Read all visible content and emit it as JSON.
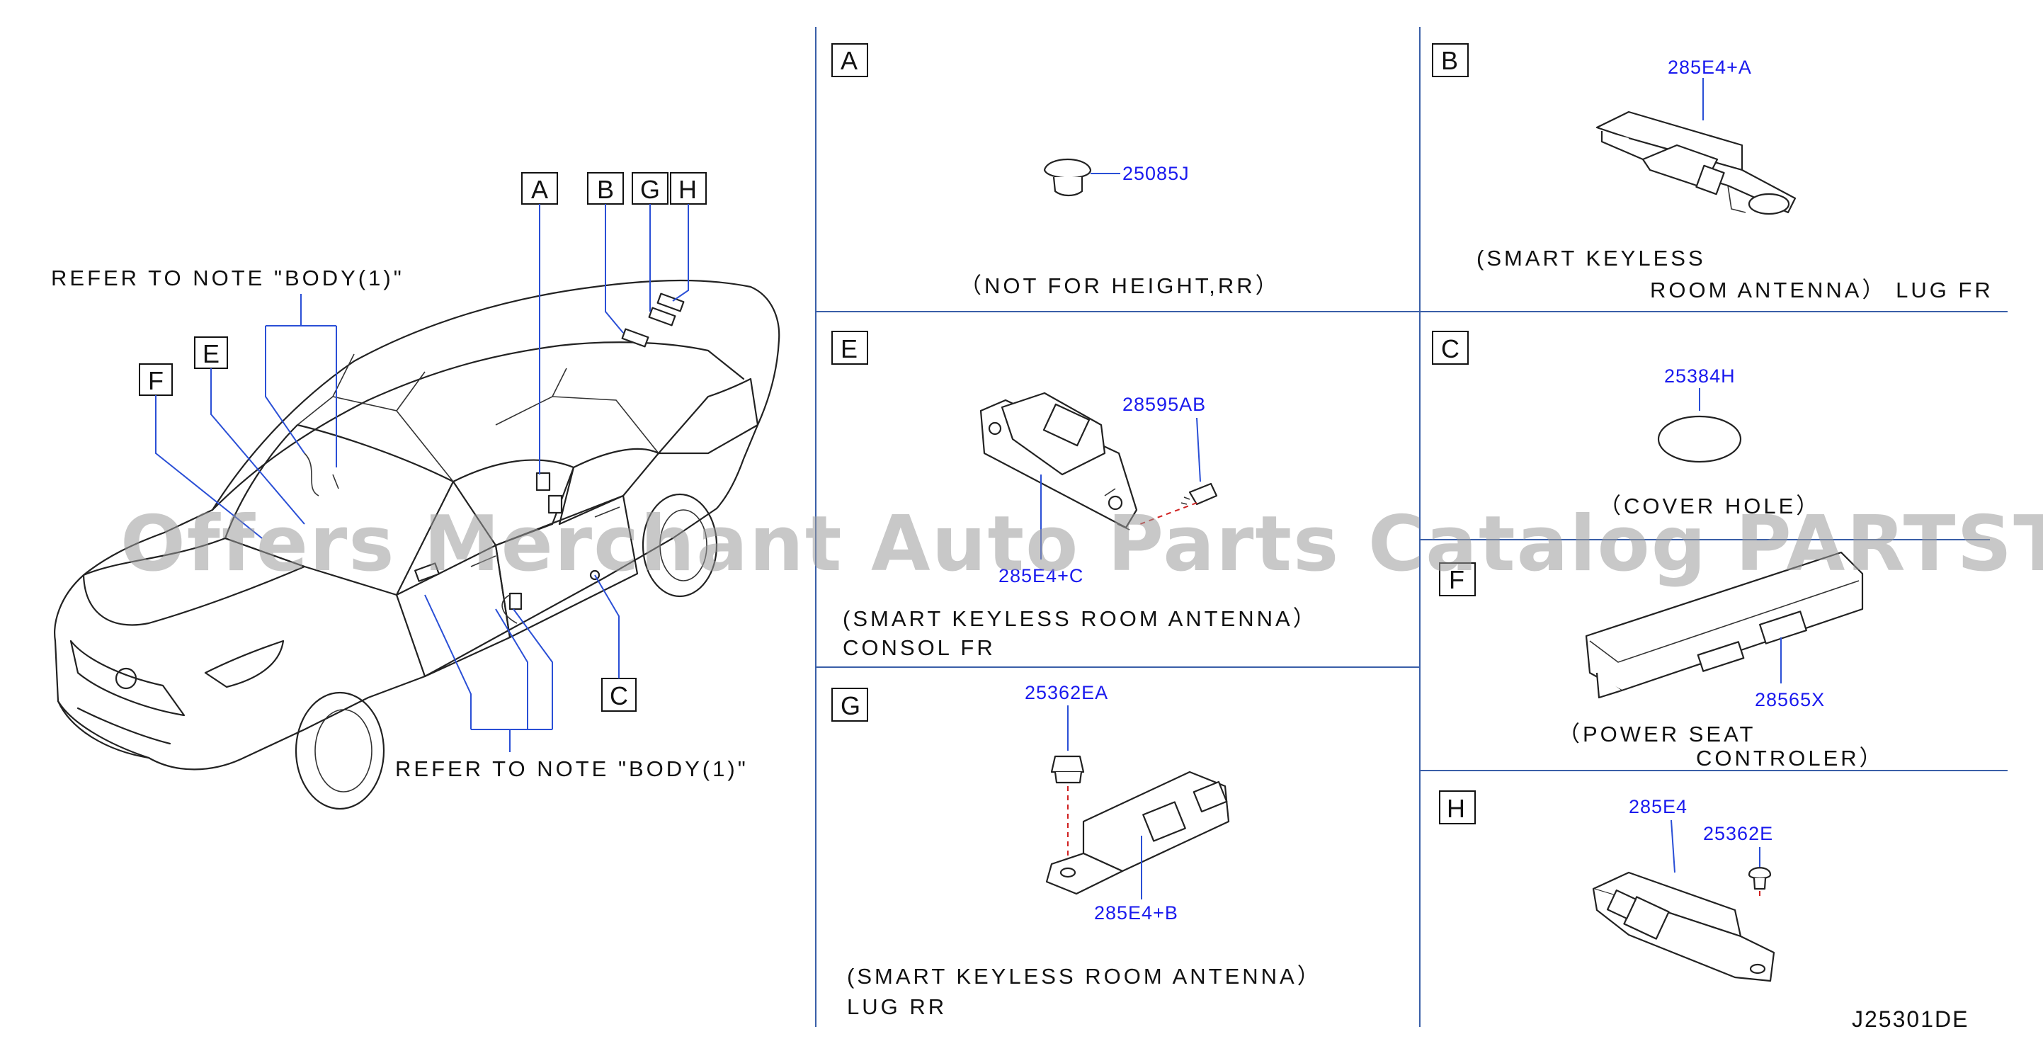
{
  "overview": {
    "note_top": "REFER  TO  NOTE  \"BODY(1)\"",
    "note_bottom": "REFER  TO  NOTE  \"BODY(1)\"",
    "callouts": [
      "A",
      "B",
      "G",
      "H",
      "E",
      "F",
      "C"
    ]
  },
  "panels": {
    "A": {
      "letter": "A",
      "parts": [
        "25085J"
      ],
      "caption_1": "（NOT  FOR  HEIGHT,RR）"
    },
    "B": {
      "letter": "B",
      "parts": [
        "285E4+A"
      ],
      "caption_1": "(SMART  KEYLESS",
      "caption_2": "ROOM  ANTENNA）  LUG  FR"
    },
    "E": {
      "letter": "E",
      "parts": [
        "28595AB",
        "285E4+C"
      ],
      "caption_1": "(SMART  KEYLESS  ROOM  ANTENNA）",
      "caption_2": "CONSOL  FR"
    },
    "C": {
      "letter": "C",
      "parts": [
        "25384H"
      ],
      "caption_1": "（COVER  HOLE）"
    },
    "F": {
      "letter": "F",
      "parts": [
        "28565X"
      ],
      "caption_1": "（POWER  SEAT",
      "caption_2": "CONTROLER）"
    },
    "G": {
      "letter": "G",
      "parts": [
        "25362EA",
        "285E4+B"
      ],
      "caption_1": "(SMART  KEYLESS  ROOM  ANTENNA）",
      "caption_2": "LUG  RR"
    },
    "H": {
      "letter": "H",
      "parts": [
        "285E4",
        "25362E"
      ]
    }
  },
  "diagram_code": "J25301DE",
  "watermark": "Offers Merchant Auto Parts Catalog PARTSTORE.SA",
  "colors": {
    "part_number": "#1a1aee",
    "divider": "#3a5fa8",
    "line_art": "#222222",
    "watermark": "#9a9a9a",
    "mount_axis": "#d02020"
  }
}
